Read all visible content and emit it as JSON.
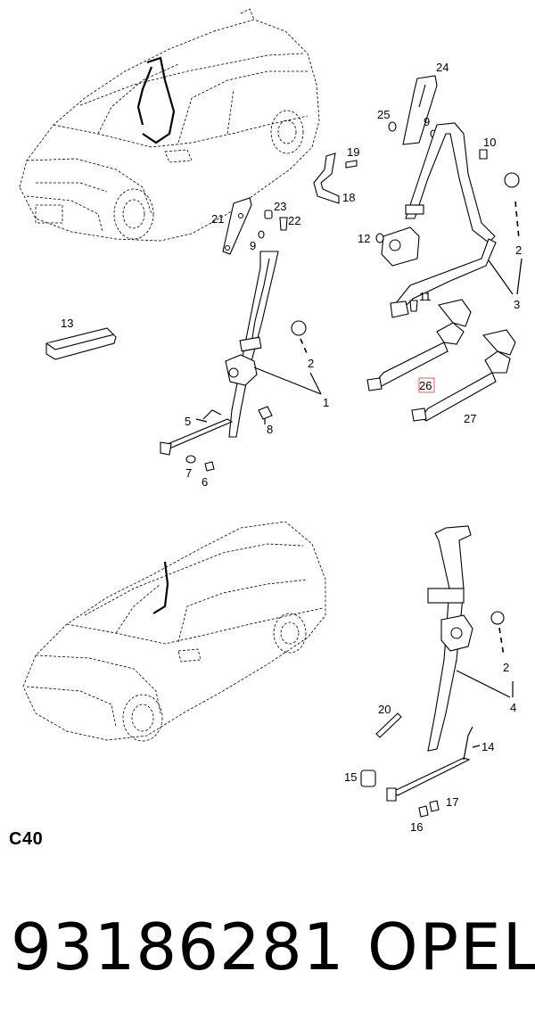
{
  "section_code": "C40",
  "part_number": "93186281",
  "brand": "OPEL",
  "highlighted_callout": "26",
  "highlight_color": "#e06060",
  "callouts": [
    {
      "id": "c1",
      "label": "1"
    },
    {
      "id": "c2a",
      "label": "2"
    },
    {
      "id": "c2b",
      "label": "2"
    },
    {
      "id": "c2c",
      "label": "2"
    },
    {
      "id": "c3",
      "label": "3"
    },
    {
      "id": "c4",
      "label": "4"
    },
    {
      "id": "c5",
      "label": "5"
    },
    {
      "id": "c6",
      "label": "6"
    },
    {
      "id": "c7",
      "label": "7"
    },
    {
      "id": "c8",
      "label": "8"
    },
    {
      "id": "c9a",
      "label": "9"
    },
    {
      "id": "c9b",
      "label": "9"
    },
    {
      "id": "c10",
      "label": "10"
    },
    {
      "id": "c11",
      "label": "11"
    },
    {
      "id": "c12",
      "label": "12"
    },
    {
      "id": "c13",
      "label": "13"
    },
    {
      "id": "c14",
      "label": "14"
    },
    {
      "id": "c15",
      "label": "15"
    },
    {
      "id": "c16",
      "label": "16"
    },
    {
      "id": "c17",
      "label": "17"
    },
    {
      "id": "c18",
      "label": "18"
    },
    {
      "id": "c19",
      "label": "19"
    },
    {
      "id": "c20",
      "label": "20"
    },
    {
      "id": "c21",
      "label": "21"
    },
    {
      "id": "c22",
      "label": "22"
    },
    {
      "id": "c23",
      "label": "23"
    },
    {
      "id": "c24",
      "label": "24"
    },
    {
      "id": "c25",
      "label": "25"
    },
    {
      "id": "c26",
      "label": "26"
    },
    {
      "id": "c27",
      "label": "27"
    }
  ]
}
